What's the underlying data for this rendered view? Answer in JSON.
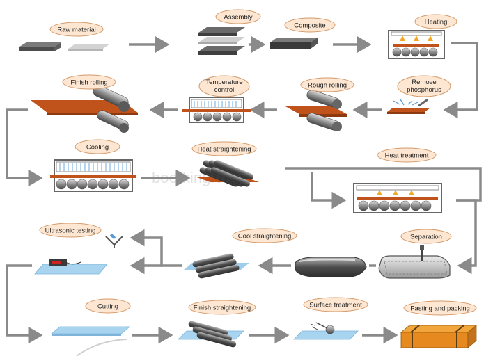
{
  "steps": {
    "raw_material": "Raw material",
    "assembly": "Assembly",
    "composite": "Composite",
    "heating": "Heating",
    "remove_phosphorus_1": "Remove",
    "remove_phosphorus_2": "phosphorus",
    "rough_rolling": "Rough rolling",
    "temperature_control_1": "Temperature",
    "temperature_control_2": "control",
    "finish_rolling": "Finish rolling",
    "cooling": "Cooling",
    "heat_straightening": "Heat straightening",
    "heat_treatment": "Heat treatment",
    "separation": "Separation",
    "cool_straightening": "Cool straightening",
    "ultrasonic_testing": "Ultrasonic testing",
    "cutting": "Cutting",
    "finish_straightening": "Finish straightening",
    "surface_treatment": "Surface treatment",
    "pasting_and_packing": "Pasting and packing"
  },
  "watermark": "boerking.com",
  "colors": {
    "bubble_fill": "#fde7d2",
    "bubble_stroke": "#d49a6a",
    "arrow": "#8a8a8a",
    "steel_dark": "#5e5e5e",
    "steel_light": "#c9c9c9",
    "hot_plate": "#c0531c",
    "flame": "#f5a623",
    "water_plate": "#a8d4f0",
    "pack": "#e68a1f"
  }
}
